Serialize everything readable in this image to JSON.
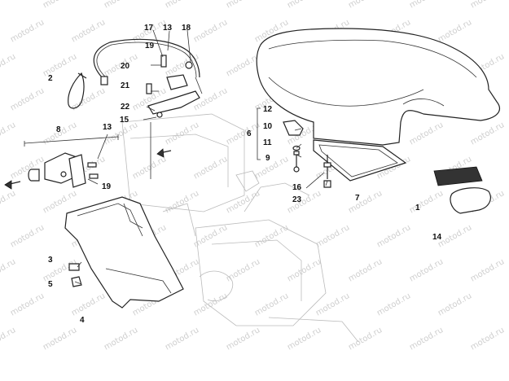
{
  "watermark": "motod.ru",
  "callouts": [
    {
      "id": "c1",
      "text": "1"
    },
    {
      "id": "c2",
      "text": "2"
    },
    {
      "id": "c3",
      "text": "3"
    },
    {
      "id": "c4",
      "text": "4"
    },
    {
      "id": "c5",
      "text": "5"
    },
    {
      "id": "c6",
      "text": "6"
    },
    {
      "id": "c7",
      "text": "7"
    },
    {
      "id": "c8",
      "text": "8"
    },
    {
      "id": "c9",
      "text": "9"
    },
    {
      "id": "c10",
      "text": "10"
    },
    {
      "id": "c11",
      "text": "11"
    },
    {
      "id": "c12",
      "text": "12"
    },
    {
      "id": "c13a",
      "text": "13"
    },
    {
      "id": "c13b",
      "text": "13"
    },
    {
      "id": "c14",
      "text": "14"
    },
    {
      "id": "c15",
      "text": "15"
    },
    {
      "id": "c16",
      "text": "16"
    },
    {
      "id": "c17",
      "text": "17"
    },
    {
      "id": "c18",
      "text": "18"
    },
    {
      "id": "c19a",
      "text": "19"
    },
    {
      "id": "c19b",
      "text": "19"
    },
    {
      "id": "c20",
      "text": "20"
    },
    {
      "id": "c21",
      "text": "21"
    },
    {
      "id": "c22",
      "text": "22"
    },
    {
      "id": "c23",
      "text": "23"
    }
  ]
}
